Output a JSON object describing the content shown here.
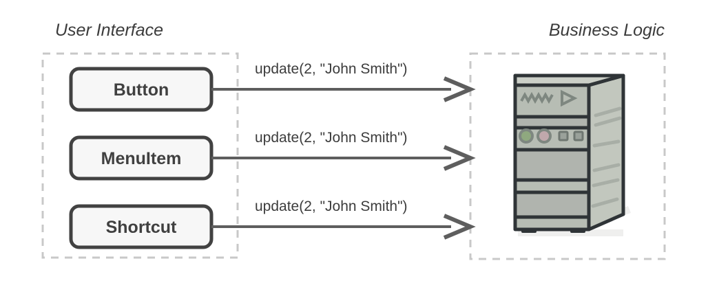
{
  "diagram": {
    "title_left": "User Interface",
    "title_right": "Business Logic",
    "colors": {
      "background": "#ffffff",
      "group_border": "#c8c8c8",
      "node_fill": "#f7f7f7",
      "node_border": "#424242",
      "node_text": "#404040",
      "edge": "#5e5e5e",
      "title_text": "#3c3c3c",
      "server_face": "#b7bdb4",
      "server_side": "#c2c7be",
      "server_outline": "#2f3437",
      "led_green": "#8fa87f",
      "led_pink": "#c0a8ac"
    },
    "ui_nodes": [
      {
        "label": "Button"
      },
      {
        "label": "MenuItem"
      },
      {
        "label": "Shortcut"
      }
    ],
    "edges": [
      {
        "label": "update(2, \"John Smith\")",
        "from": "Button",
        "to": "Business Logic"
      },
      {
        "label": "update(2, \"John Smith\")",
        "from": "MenuItem",
        "to": "Business Logic"
      },
      {
        "label": "update(2, \"John Smith\")",
        "from": "Shortcut",
        "to": "Business Logic"
      }
    ],
    "server": {
      "icon_name": "server-tower-icon",
      "front_glyph": "zigzag-and-play-triangle",
      "leds": [
        "green",
        "pink"
      ],
      "switches": 2
    }
  }
}
